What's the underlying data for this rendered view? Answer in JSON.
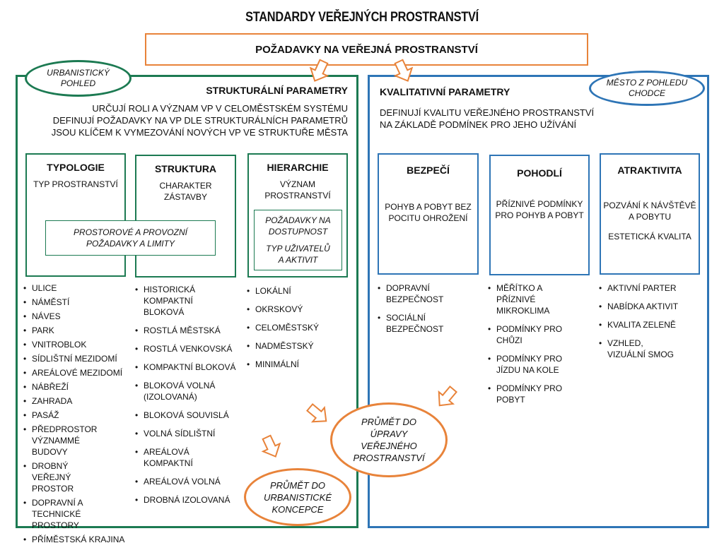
{
  "title": "STANDARDY VEŘEJNÝCH PROSTRANSTVÍ",
  "requirements": "POŽADAVKY NA VEŘEJNÁ PROSTRANSTVÍ",
  "left": {
    "ellipse": [
      "URBANISTICKÝ",
      "POHLED"
    ],
    "heading": "STRUKTURÁLNÍ PARAMETRY",
    "description": [
      "URČUJÍ ROLI A VÝZNAM VP V CELOMĚSTSKÉM SYSTÉMU",
      "DEFINUJÍ POŽADAVKY NA VP DLE STRUKTURÁLNÍCH PARAMETRŮ",
      "JSOU KLÍČEM K VYMEZOVÁNÍ NOVÝCH VP VE STRUKTUŘE MĚSTA"
    ],
    "shared_box": [
      "PROSTOROVÉ A PROVOZNÍ",
      "POŽADAVKY A LIMITY"
    ],
    "categories": {
      "typologie": {
        "title": "TYPOLOGIE",
        "subtitle": "TYP PROSTRANSTVÍ",
        "items": [
          "ULICE",
          "NÁMĚSTÍ",
          "NÁVES",
          "PARK",
          "VNITROBLOK",
          "SÍDLIŠTNÍ MEZIDOMÍ",
          "AREÁLOVÉ MEZIDOMÍ",
          "NÁBŘEŽÍ",
          "ZAHRADA",
          "PASÁŽ",
          "PŘEDPROSTOR VÝZNAMMÉ BUDOVY",
          "DROBNÝ VEŘEJNÝ PROSTOR",
          "DOPRAVNÍ A TECHNICKÉ PROSTORY",
          "PŘÍMĚSTSKÁ KRAJINA"
        ]
      },
      "struktura": {
        "title": "STRUKTURA",
        "subtitle": [
          "CHARAKTER",
          "ZÁSTAVBY"
        ],
        "items": [
          "HISTORICKÁ KOMPAKTNÍ BLOKOVÁ",
          "ROSTLÁ MĚSTSKÁ",
          "ROSTLÁ VENKOVSKÁ",
          "KOMPAKTNÍ BLOKOVÁ",
          "BLOKOVÁ VOLNÁ (IZOLOVANÁ)",
          "BLOKOVÁ SOUVISLÁ",
          "VOLNÁ SÍDLIŠTNÍ",
          "AREÁLOVÁ KOMPAKTNÍ",
          "AREÁLOVÁ VOLNÁ",
          "DROBNÁ IZOLOVANÁ"
        ]
      },
      "hierarchie": {
        "title": "HIERARCHIE",
        "subtitle": [
          "VÝZNAM",
          "PROSTRANSTVÍ"
        ],
        "inner": [
          "POŽADAVKY NA",
          "DOSTUPNOST",
          "TYP UŽIVATELŮ",
          "A AKTIVIT"
        ],
        "items": [
          "LOKÁLNÍ",
          "OKRSKOVÝ",
          "CELOMĚSTSKÝ",
          "NADMĚSTSKÝ",
          "MINIMÁLNÍ"
        ]
      }
    },
    "outcome": [
      "PRŮMĚT DO",
      "URBANISTICKÉ",
      "KONCEPCE"
    ]
  },
  "right": {
    "ellipse": [
      "MĚSTO Z POHLEDU",
      "CHODCE"
    ],
    "heading": "KVALITATIVNÍ PARAMETRY",
    "description": [
      "DEFINUJÍ KVALITU VEŘEJNÉHO PROSTRANSTVÍ",
      "NA ZÁKLADĚ PODMÍNEK PRO JEHO UŽÍVÁNÍ"
    ],
    "categories": {
      "bezpeci": {
        "title": "BEZPEČÍ",
        "subtitle": [
          "POHYB A POBYT BEZ",
          "POCITU OHROŽENÍ"
        ],
        "items": [
          "DOPRAVNÍ BEZPEČNOST",
          "SOCIÁLNÍ BEZPEČNOST"
        ]
      },
      "pohodli": {
        "title": "POHODLÍ",
        "subtitle": [
          "PŘÍZNIVÉ PODMÍNKY",
          "PRO POHYB A POBYT"
        ],
        "items": [
          "MĚŘÍTKO A PŘÍZNIVÉ MIKROKLIMA",
          "PODMÍNKY PRO CHŮZI",
          "PODMÍNKY PRO JÍZDU NA KOLE",
          "PODMÍNKY PRO POBYT"
        ]
      },
      "atraktivita": {
        "title": "ATRAKTIVITA",
        "subtitle": [
          "POZVÁNÍ K NÁVŠTĚVĚ",
          "A POBYTU"
        ],
        "subtitle2": "ESTETICKÁ KVALITA",
        "items": [
          "AKTIVNÍ PARTER",
          "NABÍDKA AKTIVIT",
          "KVALITA ZELENĚ",
          "VZHLED, VIZUÁLNÍ SMOG"
        ]
      }
    },
    "outcome": [
      "PRŮMĚT DO",
      "ÚPRAVY",
      "VEŘEJNÉHO",
      "PROSTRANSTVÍ"
    ]
  },
  "colors": {
    "green": "#1c7a52",
    "blue": "#2e75b6",
    "orange": "#e8833a"
  },
  "icons": [
    "arrow-icon"
  ]
}
